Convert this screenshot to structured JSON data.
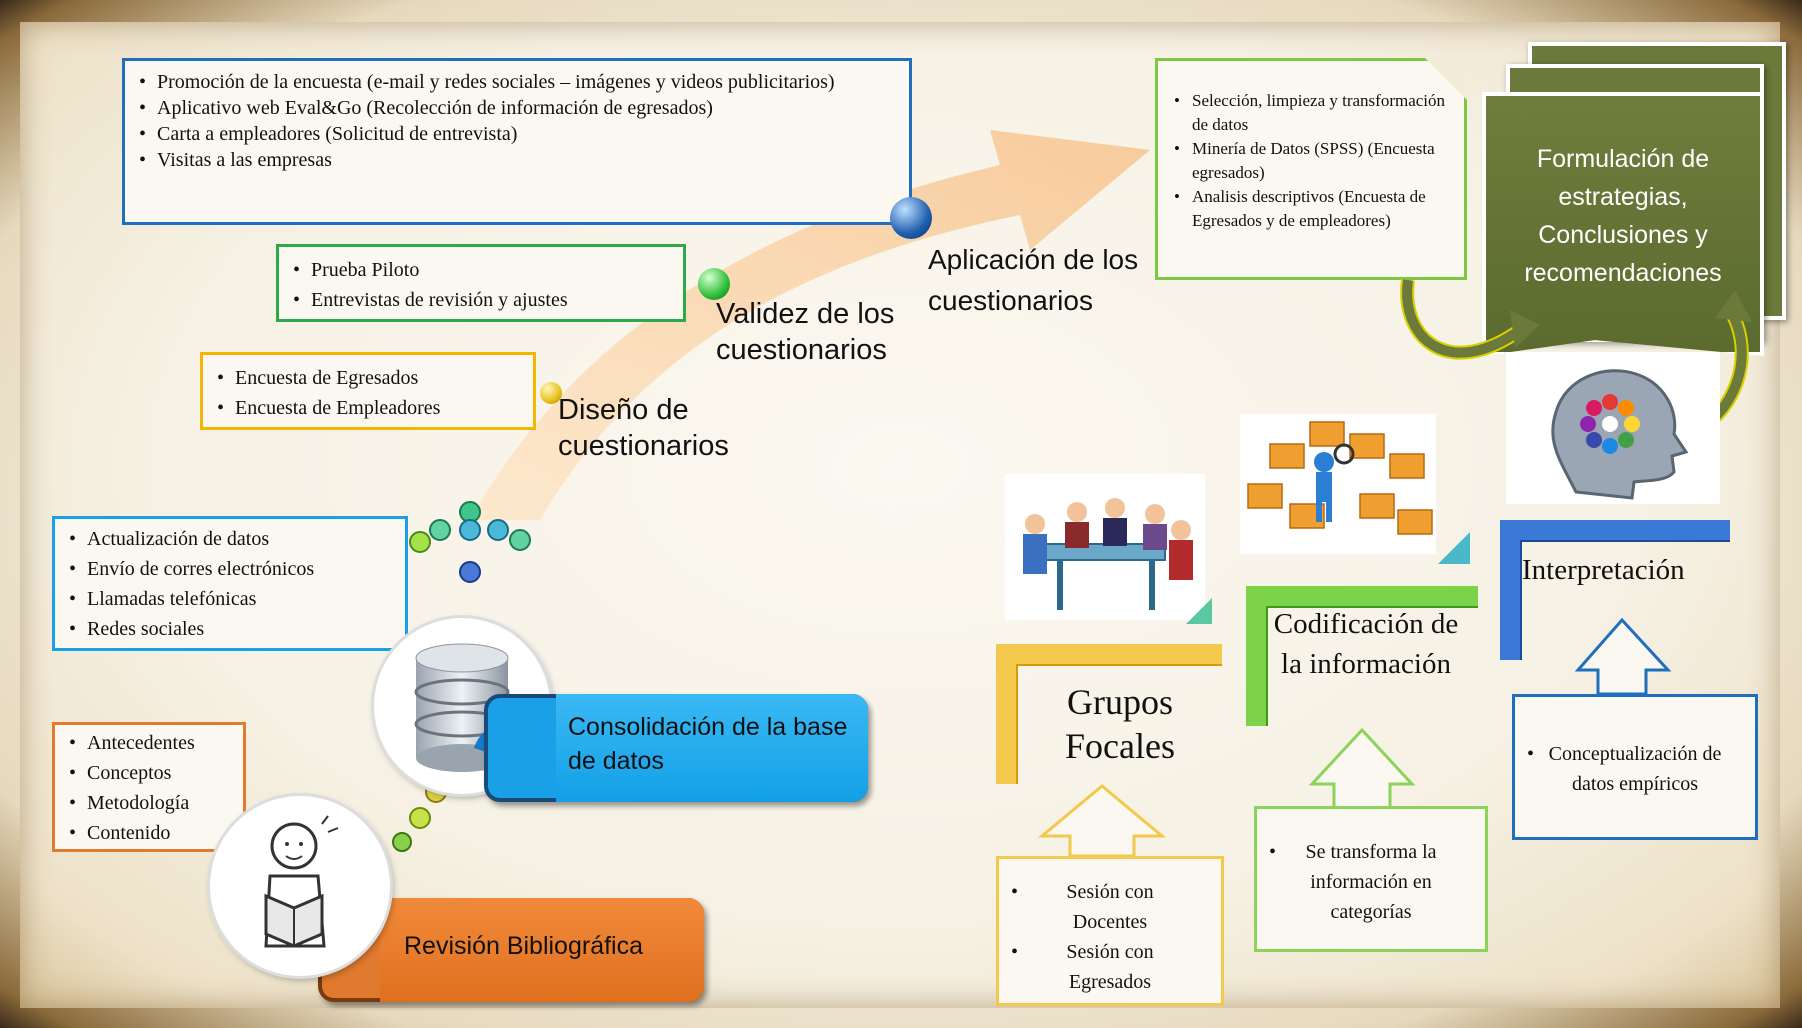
{
  "flow_steps": {
    "revision": "Revisión Bibliográfica",
    "consolidacion": "Consolidación de la base de datos",
    "diseno": "Diseño de cuestionarios",
    "validez": "Validez de los cuestionarios",
    "aplicacion": "Aplicación de los cuestionarios",
    "formulacion": "Formulación de estrategias, Conclusiones y recomendaciones",
    "grupos": "Grupos Focales",
    "codificacion": "Codificación de la información",
    "interpretacion": "Interpretación"
  },
  "boxes": {
    "revision_items": [
      "Antecedentes",
      "Conceptos",
      "Metodología",
      "Contenido"
    ],
    "consolidacion_items": [
      "Actualización de datos",
      "Envío de corres electrónicos",
      "Llamadas telefónicas",
      "Redes sociales"
    ],
    "diseno_items": [
      "Encuesta de Egresados",
      "Encuesta de Empleadores"
    ],
    "validez_items": [
      "Prueba Piloto",
      "Entrevistas de revisión y ajustes"
    ],
    "aplicacion_items": [
      "Promoción de la encuesta (e-mail y redes sociales – imágenes y videos publicitarios)",
      "Aplicativo web Eval&Go (Recolección de información de egresados)",
      "Carta a empleadores (Solicitud de entrevista)",
      "Visitas a las empresas"
    ],
    "mineria_items": [
      "Selección, limpieza y transformación de datos",
      "Minería de Datos (SPSS) (Encuesta egresados)",
      "Analisis descriptivos (Encuesta de Egresados y de empleadores)"
    ],
    "grupos_items": [
      "Sesión con Docentes",
      "Sesión con Egresados"
    ],
    "codificacion_items": [
      "Se transforma la información en categorías"
    ],
    "interpretacion_items": [
      "Conceptualización de datos empíricos"
    ]
  },
  "colors": {
    "blue": "#1f6fbf",
    "green": "#2ea84a",
    "yellow": "#f2b705",
    "orange": "#e07a2e",
    "olive": "#6b7a3a",
    "lightgreen": "#7cc843",
    "cyan": "#1aa0e6",
    "arrow": "#f7cfa0"
  }
}
